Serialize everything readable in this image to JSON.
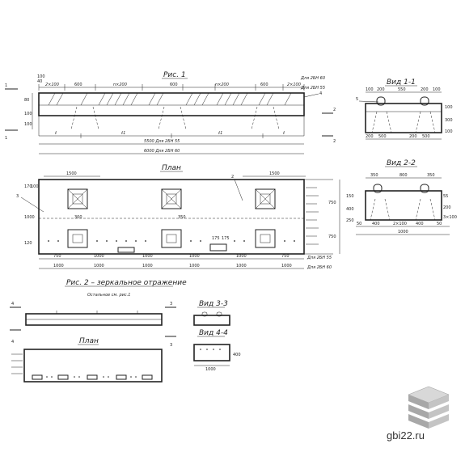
{
  "drawing": {
    "fig1": {
      "title": "Рис. 1",
      "top_dims": [
        "2×100",
        "600",
        "n×200",
        "600",
        "n×200",
        "600",
        "2×100"
      ],
      "top_small": [
        "100",
        "40"
      ],
      "right_notes": [
        "Для 2БН 60",
        "Для 2БН 55"
      ],
      "left_dims": [
        "80",
        "100",
        "100"
      ],
      "markers": [
        "1",
        "1",
        "2",
        "2",
        "4"
      ],
      "segs": [
        "ℓ",
        "ℓ1",
        "ℓ1",
        "ℓ"
      ],
      "total_55": "5500 Для 2БН 55",
      "total_60": "6000 Для 2БН 60"
    },
    "view11": {
      "title": "Вид 1-1",
      "top": [
        "100",
        "200",
        "550",
        "200",
        "100"
      ],
      "bottom": [
        "200",
        "500",
        "200",
        "500"
      ],
      "side": [
        "100",
        "300",
        "100"
      ],
      "marker": "5"
    },
    "plan": {
      "title": "План",
      "top_dims": [
        "1500",
        "1500"
      ],
      "left_dims": [
        "170",
        "100",
        "1000",
        "120"
      ],
      "right_dims": [
        "750",
        "750"
      ],
      "inner": [
        "300",
        "350",
        "175",
        "175"
      ],
      "marker": "3",
      "marker2": "2",
      "bottom_row1": [
        "750",
        "1000",
        "1000",
        "1000",
        "1000",
        "750"
      ],
      "bottom_row2": [
        "1000",
        "1000",
        "1000",
        "1000",
        "1000",
        "1000"
      ],
      "note1": "Для 2БН 55",
      "note2": "Для 2БН 60"
    },
    "view22": {
      "title": "Вид 2-2",
      "top": [
        "350",
        "800",
        "350"
      ],
      "left": [
        "150",
        "400",
        "250"
      ],
      "bottom": [
        "50",
        "400",
        "2×100",
        "400",
        "50"
      ],
      "right": [
        "55",
        "200",
        "3×100"
      ],
      "total": "1000"
    },
    "fig2": {
      "title": "Рис. 2 – зеркальное отражение",
      "subtitle": "Остальное см. рис.1",
      "markers": [
        "4",
        "3",
        "4",
        "3"
      ],
      "plan_title": "План"
    },
    "view33": {
      "title": "Вид 3-3"
    },
    "view44": {
      "title": "Вид 4-4",
      "bottom": "1000",
      "right": "400"
    }
  },
  "brand": {
    "site": "gbi22.ru"
  },
  "colors": {
    "ink": "#222222",
    "logo_light": "#d8d8d8",
    "logo_dark": "#a8a8a8"
  }
}
